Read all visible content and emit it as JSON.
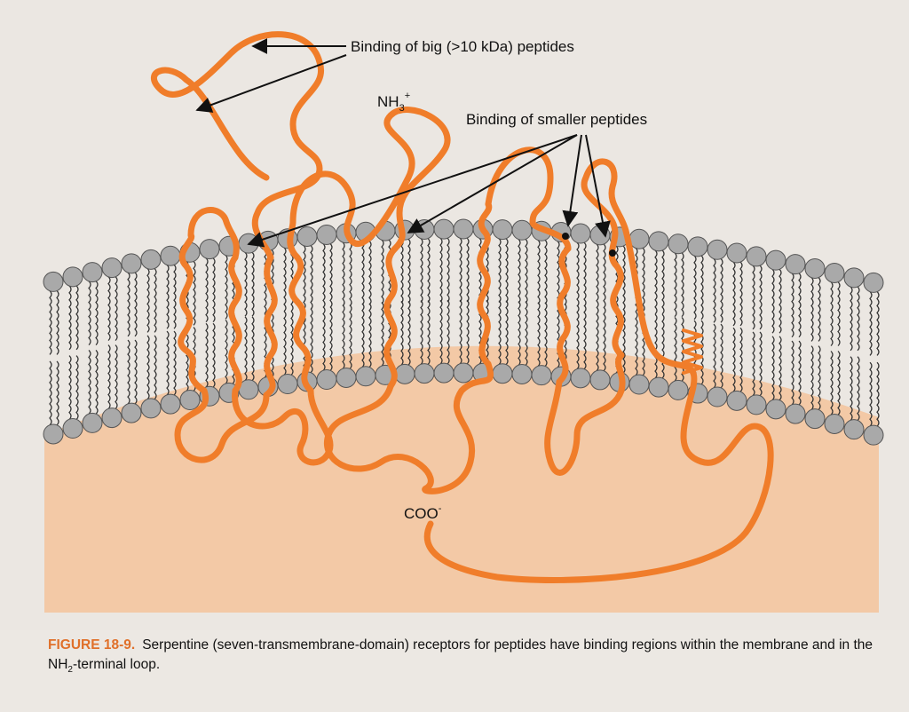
{
  "labels": {
    "big_peptides": "Binding of big (>10 kDa) peptides",
    "smaller_peptides": "Binding of smaller peptides",
    "nh3": "NH",
    "nh3_sub": "3",
    "nh3_sup": "+",
    "coo": "COO",
    "coo_sup": "-"
  },
  "caption": {
    "figure_label": "FIGURE 18-9.",
    "text_before": "Serpentine (seven-transmembrane-domain) receptors for peptides have binding regions within the membrane and in the NH",
    "sub": "2",
    "text_after": "-terminal loop."
  },
  "colors": {
    "receptor": "#f07d2a",
    "cytoplasm": "#f3c9a6",
    "lipid_head": "#a9a9a9",
    "lipid_tail": "#333333",
    "caption_label": "#e0702a"
  },
  "icons": [
    "arrow-icon"
  ]
}
